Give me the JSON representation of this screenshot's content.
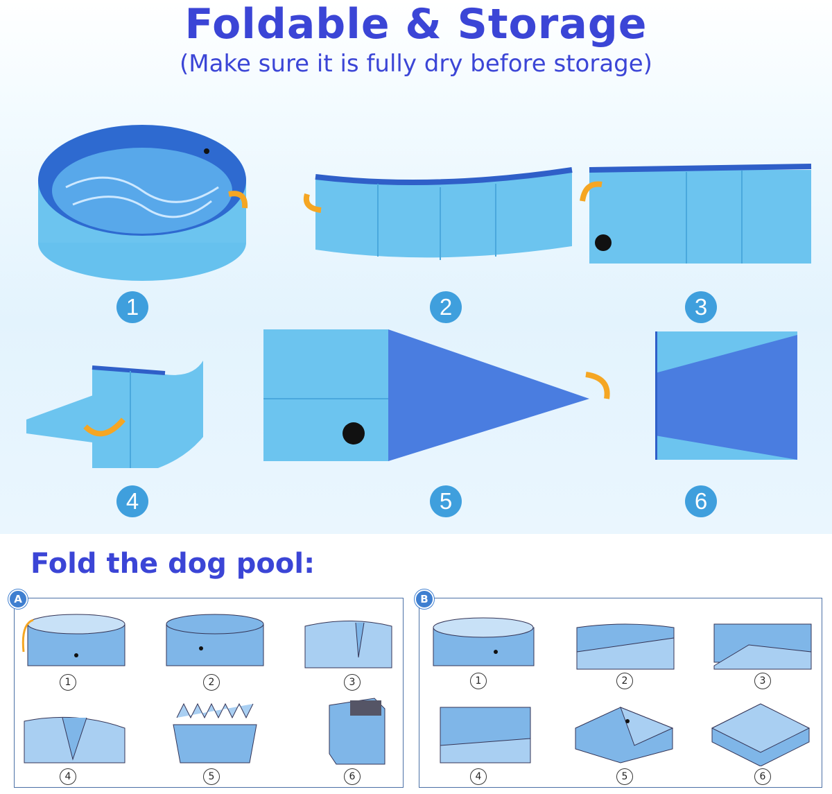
{
  "header": {
    "title": "Foldable & Storage",
    "subtitle": "(Make sure it is fully dry before storage)"
  },
  "photo_steps": [
    "1",
    "2",
    "3",
    "4",
    "5",
    "6"
  ],
  "fold_section": {
    "heading": "Fold the dog pool:",
    "panels": [
      {
        "label": "A",
        "steps": [
          "1",
          "2",
          "3",
          "4",
          "5",
          "6"
        ]
      },
      {
        "label": "B",
        "steps": [
          "1",
          "2",
          "3",
          "4",
          "5",
          "6"
        ]
      }
    ]
  },
  "colors": {
    "title": "#3b45d6",
    "badge": "#3f9fdd",
    "pool_blue": "#6cc4ef",
    "pool_dark": "#2f5fc8",
    "arrow": "#f5a623"
  }
}
